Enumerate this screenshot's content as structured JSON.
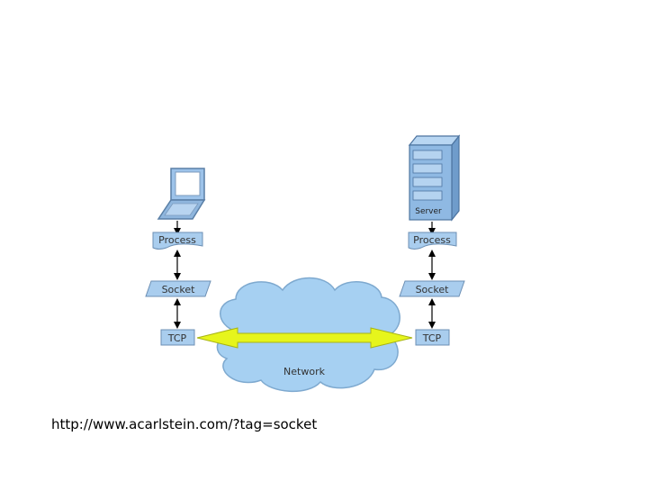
{
  "diagram": {
    "client": {
      "process_label": "Process",
      "socket_label": "Socket",
      "tcp_label": "TCP"
    },
    "server": {
      "server_label": "Server",
      "process_label": "Process",
      "socket_label": "Socket",
      "tcp_label": "TCP"
    },
    "network_label": "Network"
  },
  "caption": "http://www.acarlstein.com/?tag=socket",
  "colors": {
    "box_fill": "#a9cdee",
    "box_stroke": "#6c8fb4",
    "cloud_fill": "#a6d0f2",
    "cloud_stroke": "#7ea9cf",
    "link_fill": "#e6f51c",
    "link_stroke": "#a8b414",
    "server_front": "#8fb9e3",
    "server_side": "#6f9ccb",
    "server_top": "#b8d6f2"
  }
}
